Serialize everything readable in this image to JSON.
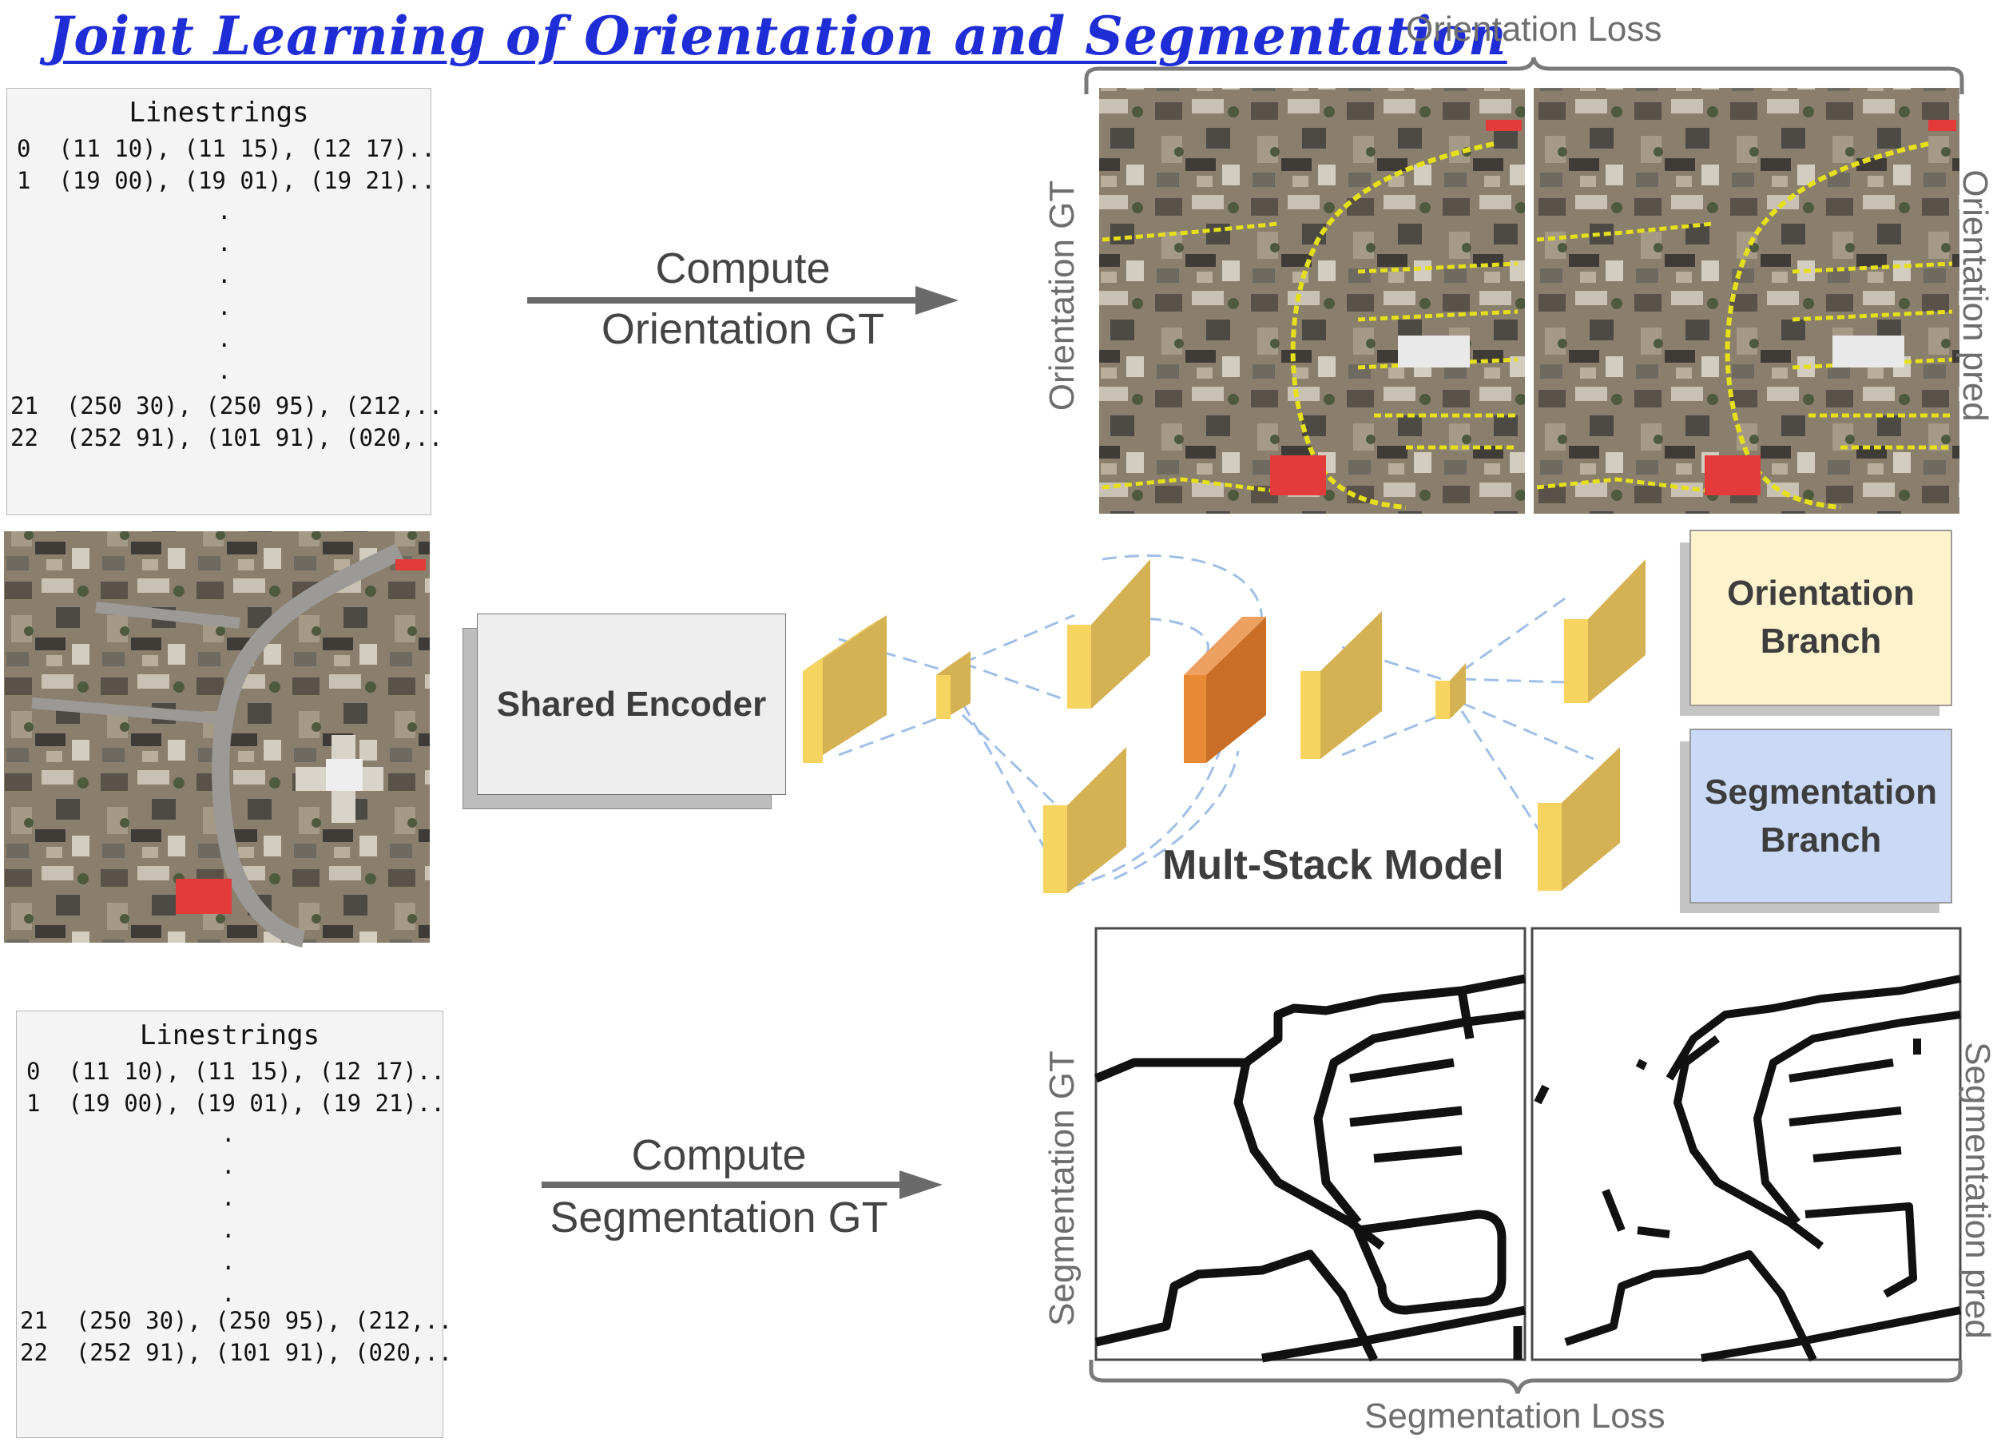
{
  "title": "Joint Learning of Orientation and Segmentation",
  "linestrings": {
    "header": "Linestrings",
    "rows_top": [
      "0  (11 10), (11 15), (12 17)..",
      "1  (19 00), (19 01), (19 21).."
    ],
    "rows_bottom": [
      "21  (250 30), (250 95), (212,..",
      "22  (252 91), (101 91), (020,.."
    ]
  },
  "arrows": {
    "orientation": {
      "line1": "Compute",
      "line2": "Orientation GT"
    },
    "segmentation": {
      "line1": "Compute",
      "line2": "Segmentation GT"
    }
  },
  "labels": {
    "orientation_loss": "Orientation Loss",
    "segmentation_loss": "Segmentation Loss",
    "orientation_gt": "Orientation GT",
    "orientation_pred": "Orientation pred",
    "segmentation_gt": "Segmentation GT",
    "segmentation_pred": "Segmentation pred"
  },
  "model": {
    "encoder": "Shared Encoder",
    "multistack": "Mult-Stack Model",
    "orientation_branch": [
      "Orientation",
      "Branch"
    ],
    "segmentation_branch": [
      "Segmentation",
      "Branch"
    ]
  },
  "colors": {
    "title": "#1f2dd6",
    "block_yellow": "#f7d360",
    "block_orange": "#d9792c",
    "orientation_branch_bg": "#fdf2cc",
    "segmentation_branch_bg": "#cad9f5",
    "road_overlay": "#e6e01a",
    "dash_lines": "#9fbfe6"
  },
  "icons": {
    "arrow": "right-arrow-icon",
    "brace": "curly-brace-icon"
  }
}
